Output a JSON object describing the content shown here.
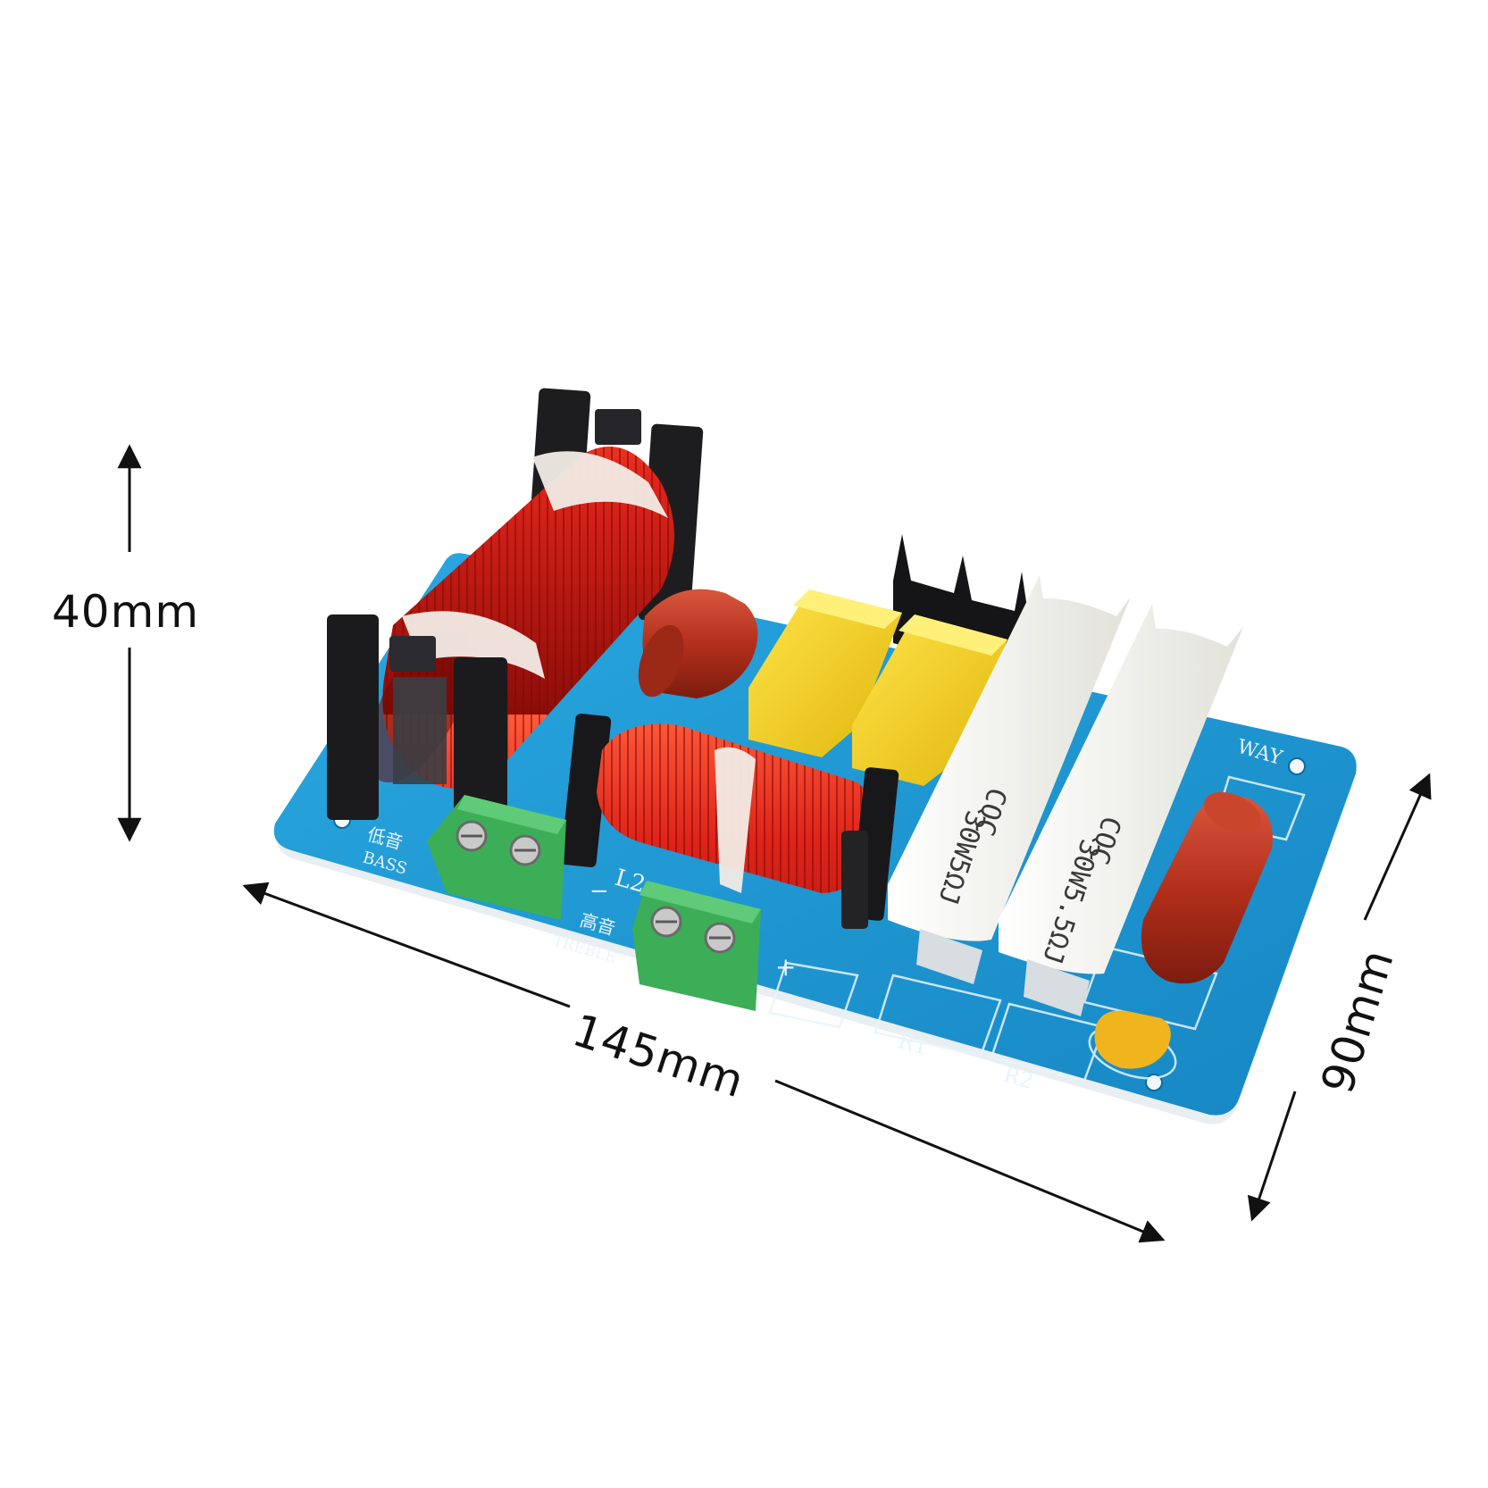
{
  "dimensions": {
    "height": "40mm",
    "length": "145mm",
    "width": "90mm"
  },
  "board": {
    "silkscreen": {
      "bass_cn": "低音",
      "bass_en": "BASS",
      "treble_cn": "高音",
      "treble_en": "TREBLE",
      "inductor_label": "L2",
      "resistor_1": "R1",
      "resistor_2": "R2",
      "way_label": "WAY",
      "minus_sign": "−",
      "plus_sign": "+"
    },
    "resistor_1_marking": [
      "30W5ΩJ",
      "CQC"
    ],
    "resistor_2_marking": [
      "30W5.5ΩJ",
      "CQC"
    ]
  },
  "colors": {
    "pcb": "#1b9ad6",
    "copper_wire": "#d61a12",
    "terminal": "#3cae57",
    "capacitor_red": "#b5321c",
    "capacitor_yellow": "#f4d21a",
    "ceramic_resistor": "#f3f3ee"
  }
}
